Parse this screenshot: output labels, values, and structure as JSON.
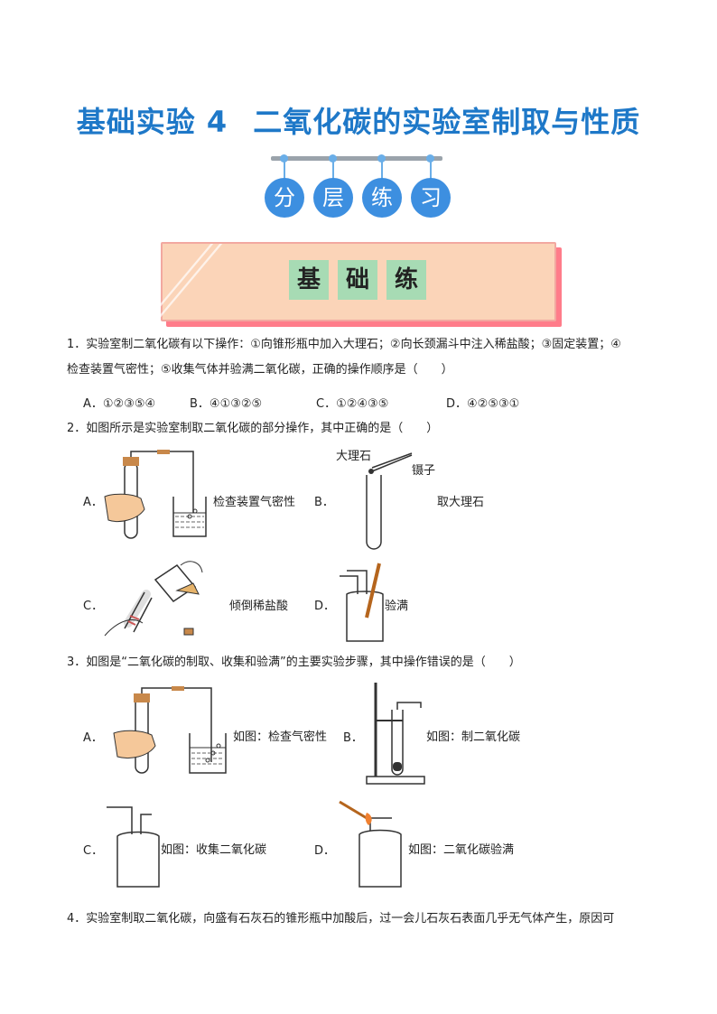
{
  "title": {
    "part1": "基础实验 4",
    "part2": "二氧化碳的实验室制取与性质"
  },
  "badges": [
    "分",
    "层",
    "练",
    "习"
  ],
  "banner": [
    "基",
    "础",
    "练"
  ],
  "q1": {
    "line1": "1．实验室制二氧化碳有以下操作：①向锥形瓶中加入大理石；②向长颈漏斗中注入稀盐酸；③固定装置；④",
    "line2": "检查装置气密性；⑤收集气体并验满二氧化碳，正确的操作顺序是（　　）",
    "options": [
      "A．①②③⑤④",
      "B．④①③②⑤",
      "C．①②④③⑤",
      "D．④②⑤③①"
    ]
  },
  "q2": {
    "stem": "2．如图所示是实验室制取二氧化碳的部分操作，其中正确的是（　　）",
    "A": {
      "letter": "A．",
      "text": "检查装置气密性"
    },
    "B": {
      "letter": "B．",
      "text": "取大理石",
      "label_stone": "大理石",
      "label_tweezer": "镊子"
    },
    "C": {
      "letter": "C．",
      "text": "倾倒稀盐酸"
    },
    "D": {
      "letter": "D．",
      "text": "验满"
    }
  },
  "q3": {
    "stem": "3．如图是“二氧化碳的制取、收集和验满”的主要实验步骤，其中操作错误的是（　　）",
    "A": {
      "letter": "A．",
      "text": "如图：检查气密性"
    },
    "B": {
      "letter": "B．",
      "text": "如图：制二氧化碳"
    },
    "C": {
      "letter": "C．",
      "text": "如图：收集二氧化碳"
    },
    "D": {
      "letter": "D．",
      "text": "如图：二氧化碳验满"
    }
  },
  "q4": {
    "stem": "4．实验室制取二氧化碳，向盛有石灰石的锥形瓶中加酸后，过一会儿石灰石表面几乎无气体产生，原因可"
  }
}
